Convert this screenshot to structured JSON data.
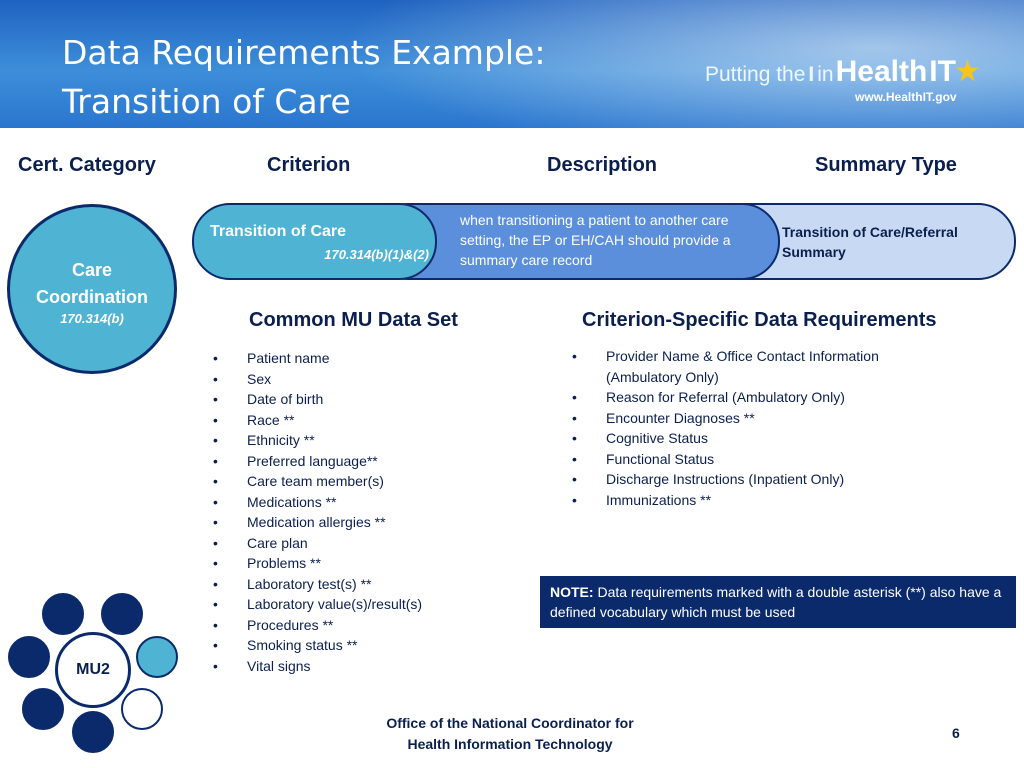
{
  "header": {
    "title_line1": "Data Requirements Example:",
    "title_line2": "Transition of Care",
    "logo_prefix": "Putting the",
    "logo_i": "I",
    "logo_in": "in",
    "logo_health": "Health",
    "logo_it": "IT",
    "logo_url": "www.HealthIT.gov",
    "logo_star_icon": "star-icon"
  },
  "columns": {
    "cert_category": "Cert. Category",
    "criterion": "Criterion",
    "description": "Description",
    "summary_type": "Summary Type"
  },
  "category": {
    "line1": "Care",
    "line2": "Coordination",
    "code": "170.314(b)"
  },
  "criterion": {
    "name": "Transition of Care",
    "code": "170.314(b)(1)&(2)"
  },
  "description": "when transitioning a patient to another care setting, the EP or EH/CAH should provide a summary care record",
  "summary_type": "Transition of Care/Referral Summary",
  "common_set": {
    "heading": "Common MU Data Set",
    "items": [
      "Patient name",
      "Sex",
      "Date of birth",
      "Race **",
      "Ethnicity **",
      "Preferred language**",
      "Care team member(s)",
      "Medications **",
      "Medication allergies **",
      "Care plan",
      "Problems **",
      "Laboratory test(s) **",
      "Laboratory value(s)/result(s)",
      "Procedures **",
      "Smoking status **",
      "Vital signs"
    ]
  },
  "specific_set": {
    "heading": "Criterion-Specific Data Requirements",
    "items": [
      "Provider Name & Office Contact Information (Ambulatory Only)",
      "Reason for Referral (Ambulatory Only)",
      "Encounter Diagnoses **",
      "Cognitive Status",
      "Functional Status",
      "Discharge Instructions (Inpatient Only)",
      "Immunizations **"
    ]
  },
  "note": {
    "label": "NOTE:",
    "text": "Data requirements marked with a double asterisk (**) also have a defined vocabulary which must be used"
  },
  "mu2": {
    "label": "MU2"
  },
  "footer": {
    "line1": "Office of the National Coordinator for",
    "line2": "Health Information Technology",
    "page_number": "6"
  },
  "colors": {
    "navy": "#0b2a6b",
    "teal": "#4fb3d3",
    "mid_blue": "#5b8fdc",
    "light_blue": "#c8daf3",
    "header_blue": "#2a76cf"
  }
}
